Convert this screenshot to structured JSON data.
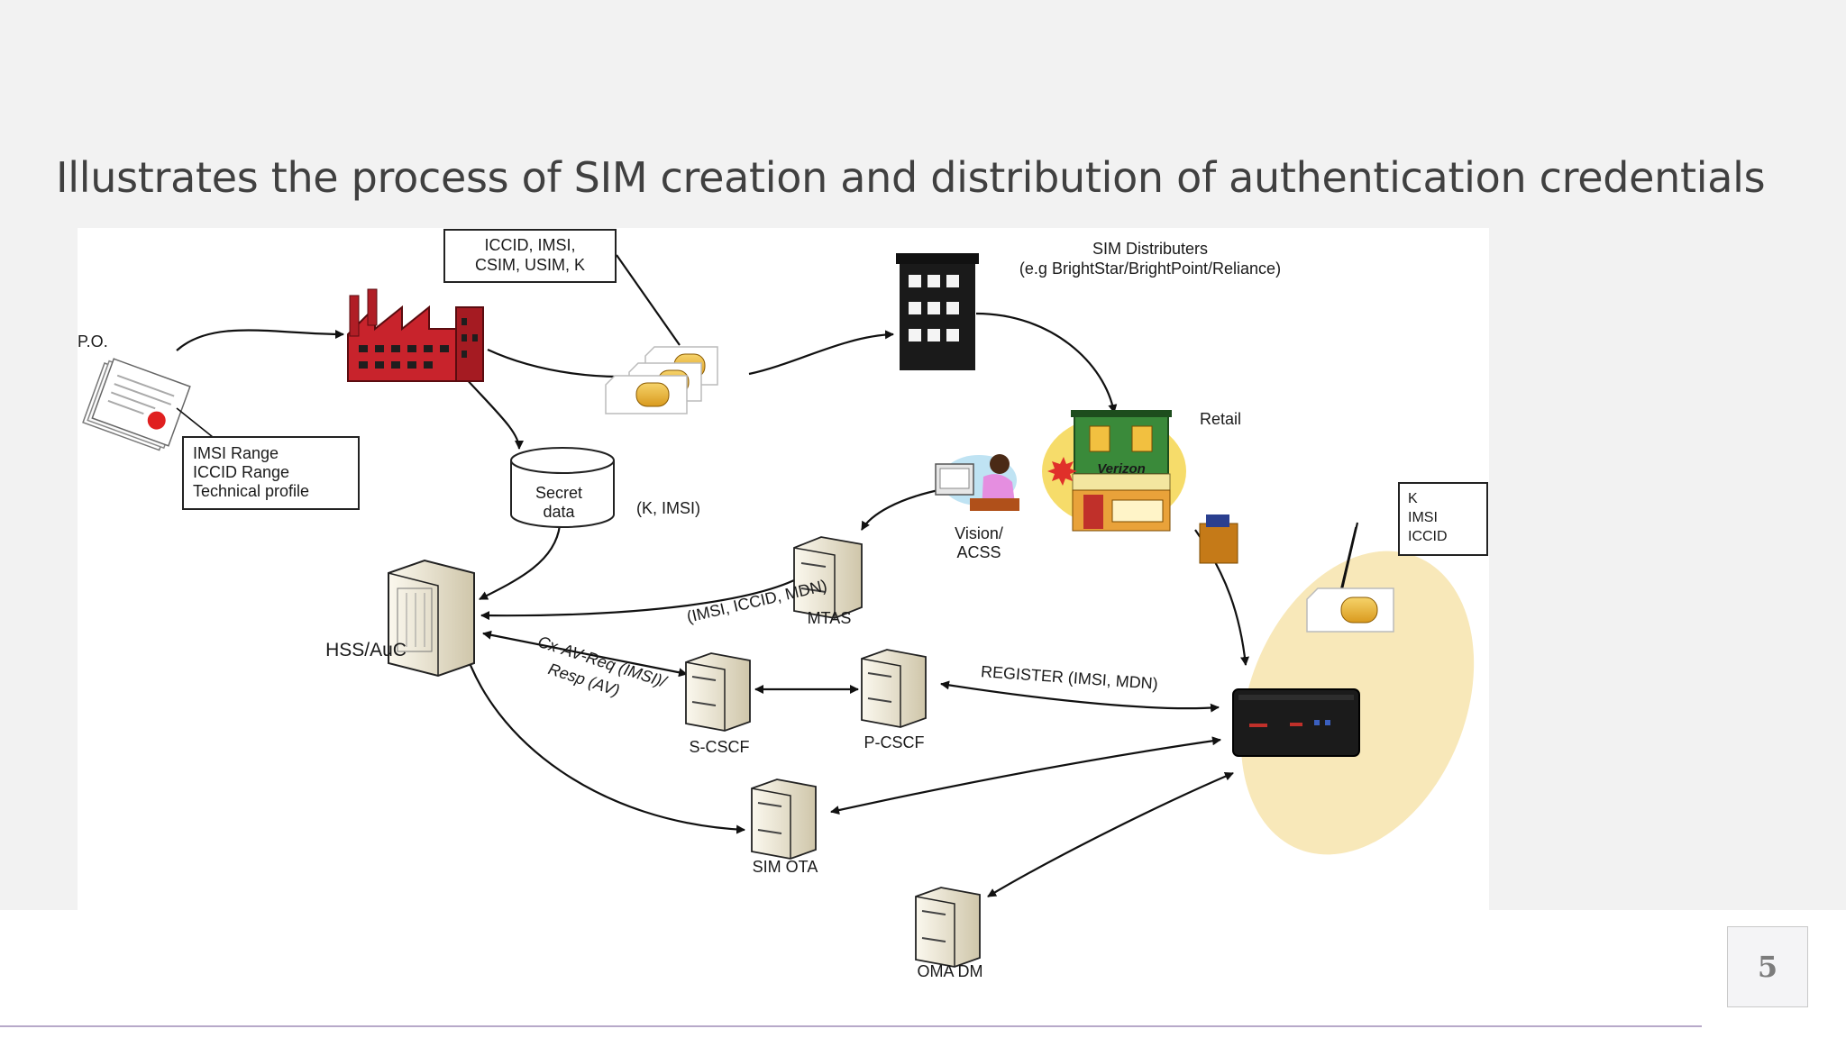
{
  "slide": {
    "title": "Illustrates the process of SIM creation and distribution of authentication credentials",
    "page_number": "5"
  },
  "diagram": {
    "credentials_box": [
      "ICCID, IMSI,",
      "CSIM, USIM, K"
    ],
    "po_label": "P.O.",
    "po_box": [
      "IMSI Range",
      "ICCID Range",
      "Technical profile"
    ],
    "secret_data": [
      "Secret",
      "data"
    ],
    "k_imsi": "(K, IMSI)",
    "sim_distributers": [
      "SIM Distributers",
      "(e.g BrightStar/BrightPoint/Reliance)"
    ],
    "retail": "Retail",
    "verizon": "Verizon",
    "vision": [
      "Vision/",
      "ACSS"
    ],
    "mtas": "MTAS",
    "hss": "HSS/AuC",
    "imsi_iccid_mdn": "(IMSI, ICCID, MDN)",
    "cx_av": [
      "Cx-AV-Req (IMSI)/",
      "Resp (AV)"
    ],
    "s_cscf": "S-CSCF",
    "p_cscf": "P-CSCF",
    "register": "REGISTER (IMSI, MDN)",
    "sim_ota": "SIM OTA",
    "oma_dm": "OMA DM",
    "device_box": [
      "K",
      "IMSI",
      "ICCID"
    ]
  },
  "colors": {
    "factory": "#c8232c",
    "sim_chip": "#e8b030",
    "device_halo": "#f7e6b4",
    "retail_store": "#3a8a3a"
  },
  "icons": [
    "document-icon",
    "factory-icon",
    "sim-card-icon",
    "building-icon",
    "store-icon",
    "operator-icon",
    "server-icon",
    "shopping-bag-icon",
    "modem-device-icon",
    "database-icon"
  ]
}
